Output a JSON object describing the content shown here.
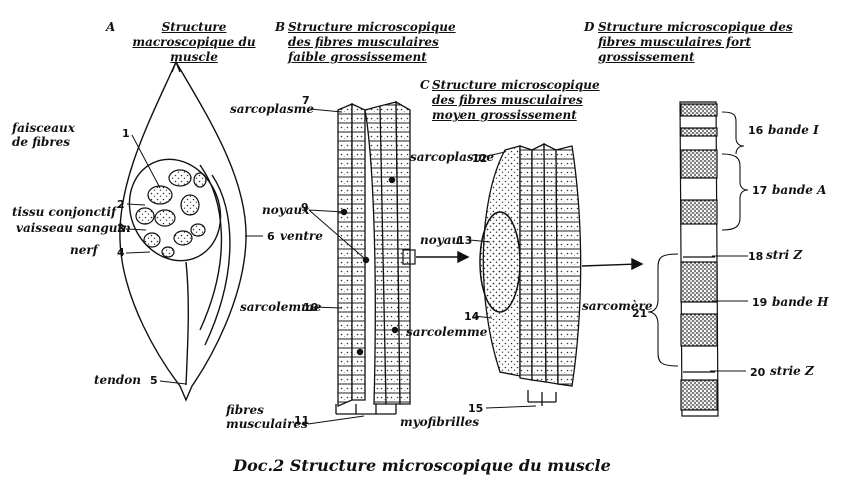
{
  "titles": {
    "A_letter": "A",
    "A": "Structure macroscopique du muscle",
    "B_letter": "B",
    "B": "Structure microscopique des fibres musculaires faible grossissement",
    "C_letter": "C",
    "C": "Structure microscopique des fibres musculaires moyen grossissement",
    "D_letter": "D",
    "D": "Structure microscopique des fibres musculaires fort grossissement"
  },
  "labels": {
    "faisceaux": "faisceaux de fibres",
    "tissu": "tissu conjonctif",
    "vaisseau": "vaisseau sanguin",
    "nerf": "nerf",
    "ventre": "ventre",
    "tendon": "tendon",
    "sarcoplasme_b": "sarcoplasme",
    "noyaux": "noyaux",
    "sarcolemme_b": "sarcolemme",
    "fibres": "fibres musculaires",
    "sarcoplasme_c": "sarcoplasme",
    "noyau": "noyau",
    "sarcolemme_c": "sarcolemme",
    "myofibrilles": "myofibrilles",
    "bande_i": "bande I",
    "bande_a": "bande A",
    "stri_z": "stri Z",
    "bande_h": "bande H",
    "strie_z": "strie Z",
    "sarcomere": "sarcomère"
  },
  "numbers": {
    "n1": "1",
    "n2": "2",
    "n3": "3",
    "n4": "4",
    "n5": "5",
    "n6": "6",
    "n7": "7",
    "n9": "9",
    "n10": "10",
    "n11": "11",
    "n12": "12",
    "n13": "13",
    "n14": "14",
    "n15": "15",
    "n16": "16",
    "n17": "17",
    "n18": "18",
    "n19": "19",
    "n20": "20",
    "n21": "21"
  },
  "caption": "Doc.2  Structure microscopique du muscle"
}
